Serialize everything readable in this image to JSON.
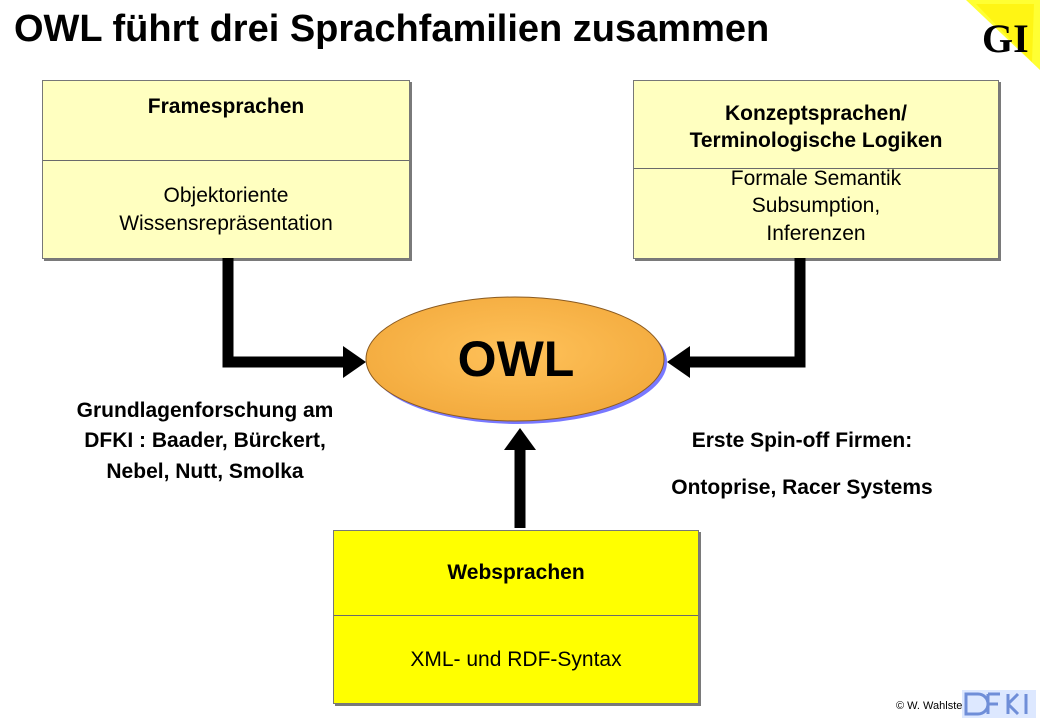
{
  "slide": {
    "title": "OWL führt drei Sprachfamilien zusammen",
    "copyright": "© W. Wahlster",
    "logos": {
      "top_right": "GI",
      "bottom_right": "DFKI"
    }
  },
  "boxes": {
    "frame": {
      "header": "Framesprachen",
      "body": "Objektoriente Wissensrepräsentation"
    },
    "concept": {
      "header": "Konzeptsprachen/ Terminologische Logiken",
      "body": "Formale Semantik Subsumption, Inferenzen"
    },
    "web": {
      "header": "Websprachen",
      "body": "XML- und RDF-Syntax"
    }
  },
  "center": {
    "label": "OWL"
  },
  "notes": {
    "left": "Grundlagenforschung am DFKI : Baader, Bürckert, Nebel, Nutt, Smolka",
    "right_line1": "Erste Spin-off Firmen:",
    "right_line2": "Ontoprise, Racer Systems"
  },
  "colors": {
    "box_light": "#ffffc0",
    "box_yellow": "#ffff00",
    "ellipse": "#ffb848",
    "ellipse_shadow": "#8080ff",
    "arrow": "#000000"
  }
}
